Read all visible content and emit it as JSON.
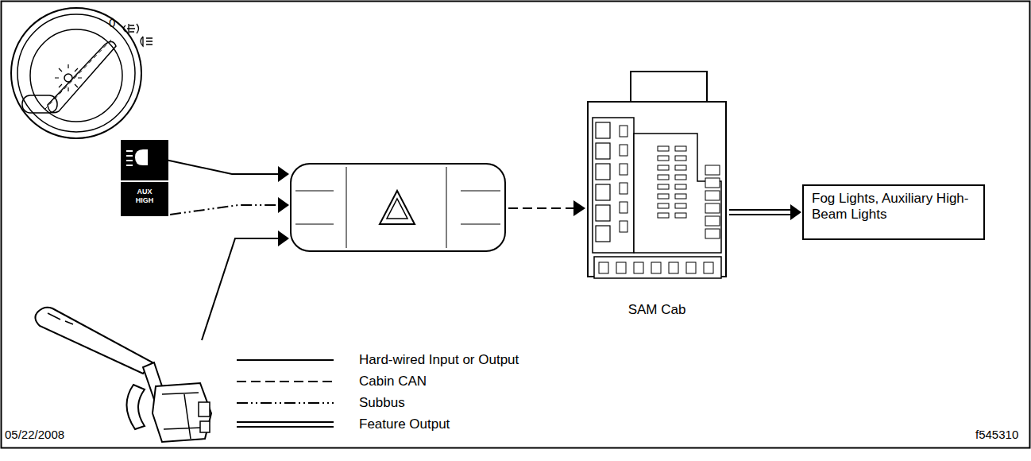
{
  "diagram": {
    "nodes": [
      {
        "text": [
          "AUX HIGH"
        ]
      },
      {
        "text": [
          "SAM Cab"
        ]
      },
      {
        "text": [
          "Fog Lights, Auxiliary High-Beam Lights"
        ]
      }
    ],
    "edges": [
      {
        "from": 1,
        "to": 2,
        "arrow": "to"
      }
    ],
    "labels": [
      "0",
      "05/22/2008",
      "f545310"
    ],
    "legend": [
      {
        "text": "Hard-wired Input or Output"
      },
      {
        "text": "Cabin CAN"
      },
      {
        "text": "Subbus"
      },
      {
        "text": "Feature Output"
      }
    ]
  }
}
